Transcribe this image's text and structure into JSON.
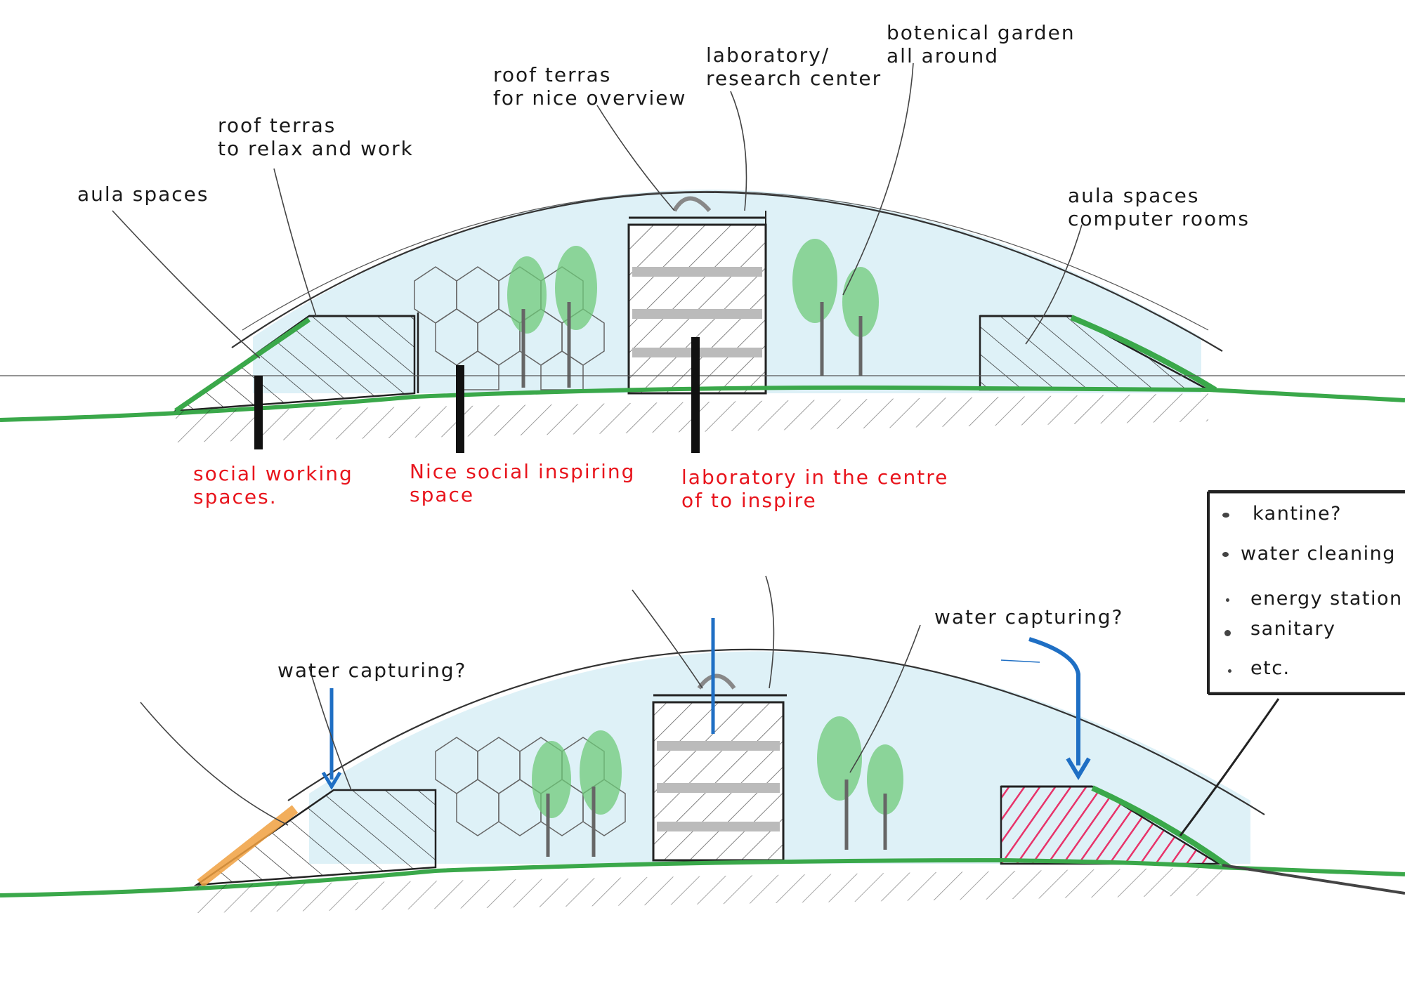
{
  "section_top": {
    "labels": {
      "aula_spaces_left": "aula spaces",
      "roof_terras_relax": [
        "roof terras",
        "to relax and work"
      ],
      "roof_terras_overview": [
        "roof terras",
        "for nice overview"
      ],
      "laboratory": [
        "laboratory/",
        "research center"
      ],
      "botanical_garden": [
        "botenical garden",
        "all around"
      ],
      "aula_spaces_right": [
        "aula spaces",
        "computer rooms"
      ]
    },
    "red_labels": {
      "social_working": [
        "social working",
        "spaces."
      ],
      "social_inspiring": [
        "Nice social inspiring",
        "space"
      ],
      "laboratory_centre": [
        "laboratory in the centre",
        "of to inspire"
      ]
    }
  },
  "section_bottom": {
    "labels": {
      "water_capturing_left": "water capturing?",
      "water_capturing_right": "water capturing?"
    }
  },
  "legend": {
    "items": [
      "kantine?",
      "water cleaning",
      "energy station",
      "sanitary",
      "etc."
    ]
  },
  "colors": {
    "dome_fill": "#d8eef6",
    "grass": "#3aa84a",
    "tree": "#6fc97a",
    "hatch": "#222222",
    "annotation_red": "#e8141c",
    "water_blue": "#1f6fc4",
    "orange_slope": "#f0a040",
    "magenta_hatch": "#e8336a"
  }
}
